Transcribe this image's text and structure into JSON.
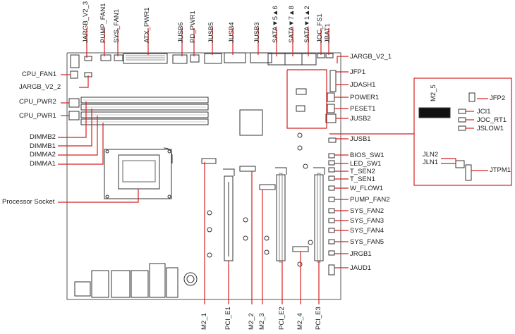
{
  "labels": {
    "top": {
      "jargb_v2_3": "JARGB_V2_3",
      "pump_fan1": "PUMP_FAN1",
      "sys_fan1": "SYS_FAN1",
      "atx_pwr1": "ATX_PWR1",
      "jusb6": "JUSB6",
      "pd_pwr1": "PD_PWR1",
      "jusb5": "JUSB5",
      "jusb4": "JUSB4",
      "jusb3": "JUSB3",
      "sata56": "SATA▼5▲6",
      "sata78": "SATA▼7▲8",
      "sata12": "SATA▼1▲2",
      "joc_fs1": "JOC_FS1",
      "jbat1": "JBAT1"
    },
    "left": {
      "cpu_fan1": "CPU_FAN1",
      "jargb_v2_2": "JARGB_V2_2",
      "cpu_pwr2": "CPU_PWR2",
      "cpu_pwr1": "CPU_PWR1",
      "dimmb2": "DIMMB2",
      "dimmb1": "DIMMB1",
      "dimma2": "DIMMA2",
      "dimma1": "DIMMA1",
      "processor_socket": "Processor Socket"
    },
    "right": {
      "jargb_v2_1": "JARGB_V2_1",
      "jfp1": "JFP1",
      "jdash1": "JDASH1",
      "power1": "POWER1",
      "peset1": "PESET1",
      "jusb2": "JUSB2",
      "jusb1": "JUSB1",
      "bios_sw1": "BIOS_SW1",
      "led_sw1": "LED_SW1",
      "t_sen2": "T_SEN2",
      "t_sen1": "T_SEN1",
      "w_flow1": "W_FLOW1",
      "pump_fan2": "PUMP_FAN2",
      "sys_fan2": "SYS_FAN2",
      "sys_fan3": "SYS_FAN3",
      "sys_fan4": "SYS_FAN4",
      "sys_fan5": "SYS_FAN5",
      "jrgb1": "JRGB1",
      "jaud1": "JAUD1"
    },
    "bottom": {
      "m2_1": "M2_1",
      "pci_e1": "PCI_E1",
      "m2_2": "M2_2",
      "m2_3": "M2_3",
      "pci_e2": "PCI_E2",
      "m2_4": "M2_4",
      "pci_e3": "PCI_E3"
    },
    "inset": {
      "m2_5": "M2_5",
      "jfp2": "JFP2",
      "jci1": "JCI1",
      "joc_rt1": "JOC_RT1",
      "jslow1": "JSLOW1",
      "jln2": "JLN2",
      "jln1": "JLN1",
      "jtpm1": "JTPM1"
    }
  },
  "colors": {
    "leader": "#d42020",
    "board_outline": "#555555",
    "component": "#333333",
    "text": "#222222"
  }
}
